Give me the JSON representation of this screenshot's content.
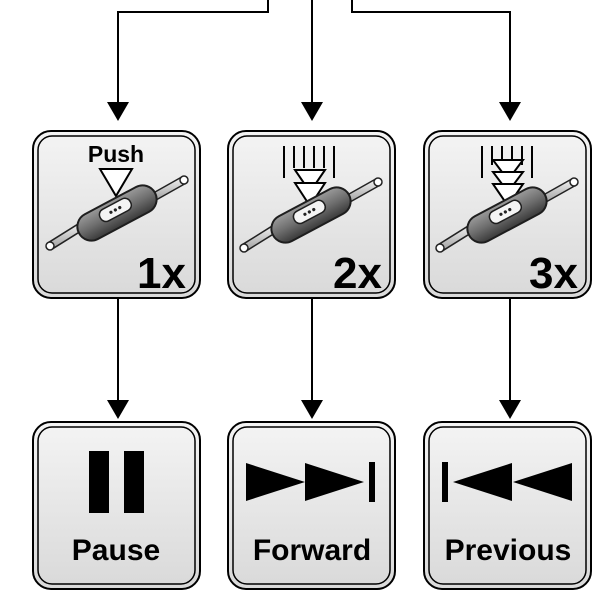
{
  "press_panels": [
    {
      "id": "single",
      "top_label": "Push",
      "count_label": "1x"
    },
    {
      "id": "double",
      "top_label": "",
      "count_label": "2x"
    },
    {
      "id": "triple",
      "top_label": "",
      "count_label": "3x"
    }
  ],
  "action_panels": [
    {
      "id": "pause",
      "label": "Pause",
      "icon": "pause-icon"
    },
    {
      "id": "forward",
      "label": "Forward",
      "icon": "skip-forward-icon"
    },
    {
      "id": "previous",
      "label": "Previous",
      "icon": "skip-back-icon"
    }
  ],
  "colors": {
    "panel_fill": "#e6e6e6",
    "panel_stroke": "#000000",
    "ink": "#000000"
  }
}
